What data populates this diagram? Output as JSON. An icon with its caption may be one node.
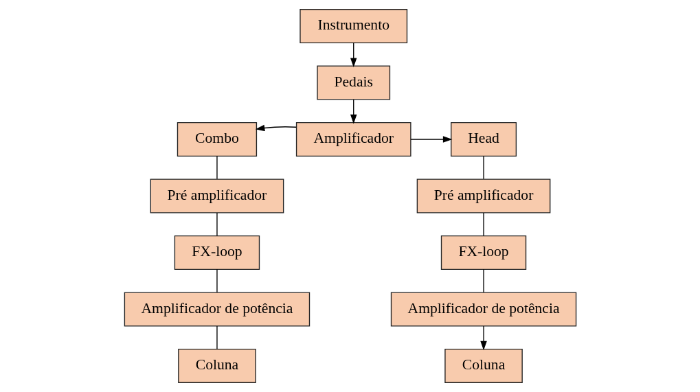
{
  "diagram": {
    "nodes": [
      {
        "text": [
          "Instrumento"
        ]
      },
      {
        "text": [
          "Pedais"
        ]
      },
      {
        "text": [
          "Combo"
        ]
      },
      {
        "text": [
          "Amplificador"
        ]
      },
      {
        "text": [
          "Head"
        ]
      },
      {
        "text": [
          "Pré amplificador"
        ]
      },
      {
        "text": [
          "Pré amplificador"
        ]
      },
      {
        "text": [
          "FX-loop"
        ]
      },
      {
        "text": [
          "FX-loop"
        ]
      },
      {
        "text": [
          "Amplificador de potência"
        ]
      },
      {
        "text": [
          "Amplificador de potência"
        ]
      },
      {
        "text": [
          "Coluna"
        ]
      },
      {
        "text": [
          "Coluna"
        ]
      }
    ],
    "edges": [
      {
        "from": 0,
        "to": 1,
        "arrow": "to"
      },
      {
        "from": 1,
        "to": 3,
        "arrow": "to"
      },
      {
        "from": 3,
        "to": 2,
        "arrow": "to"
      },
      {
        "from": 3,
        "to": 4,
        "arrow": "to"
      },
      {
        "from": 2,
        "to": 5,
        "arrow": "none"
      },
      {
        "from": 5,
        "to": 7,
        "arrow": "none"
      },
      {
        "from": 7,
        "to": 9,
        "arrow": "none"
      },
      {
        "from": 9,
        "to": 11,
        "arrow": "none"
      },
      {
        "from": 4,
        "to": 6,
        "arrow": "none"
      },
      {
        "from": 6,
        "to": 8,
        "arrow": "none"
      },
      {
        "from": 8,
        "to": 10,
        "arrow": "none"
      },
      {
        "from": 10,
        "to": 12,
        "arrow": "to"
      }
    ]
  }
}
